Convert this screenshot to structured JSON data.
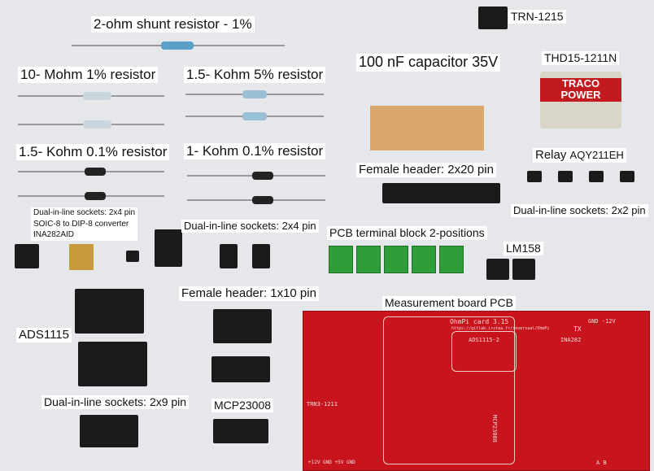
{
  "labels": {
    "shunt": "2-ohm shunt resistor - 1%",
    "trn": "TRN-1215",
    "cap": "100 nF capacitor 35V",
    "thd": "THD15-1211N",
    "r10m": "10- Mohm 1% resistor",
    "r15k5": "1.5- Kohm 5% resistor",
    "r15k01": "1.5- Kohm 0.1% resistor",
    "r1k": "1- Kohm 0.1% resistor",
    "relay": "Relay",
    "relay_part": "AQY211EH",
    "fh2x20": "Female header: 2x20 pin",
    "dil2x2": "Dual-in-line sockets: 2x2 pin",
    "dil2x4_a": "Dual-in-line sockets: 2x4 pin",
    "soic": "SOIC-8 to DIP-8 converter",
    "ina": "INA282AID",
    "dil2x4_b": "Dual-in-line sockets: 2x4 pin",
    "terminal": "PCB terminal block 2-positions",
    "lm158": "LM158",
    "fh1x10": "Female header: 1x10 pin",
    "pcb": "Measurement board PCB",
    "ads": "ADS1115",
    "dil2x9": "Dual-in-line sockets: 2x9 pin",
    "mcp": "MCP23008"
  },
  "traco": {
    "brand_top": "TRACO",
    "brand_bottom": "POWER"
  },
  "pcb_silk": {
    "title": "OhmPi card 3.15",
    "url": "https://gitlab.irstea.fr/reversaal/OhmPi",
    "ads": "ADS1115-2",
    "ina": "INA282",
    "trn": "TRN3-1211",
    "power": "+12V GND +5V GND",
    "gnd12": "GND -12V",
    "tx": "TX",
    "ab": "A    B",
    "mcp": "MCP23008"
  }
}
